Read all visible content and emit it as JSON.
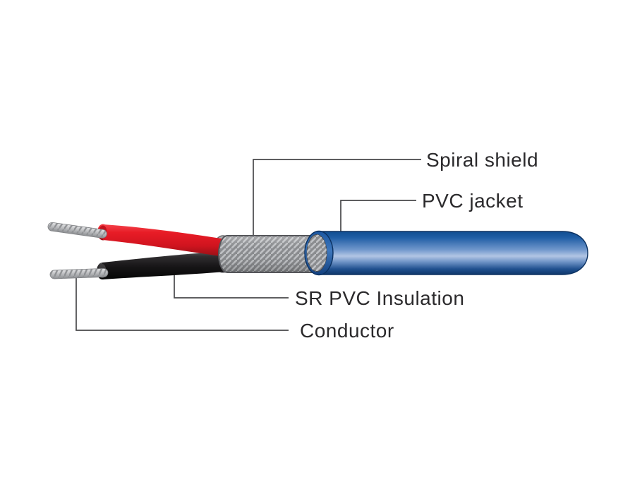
{
  "figure": {
    "type": "cable-construction-diagram",
    "labels": {
      "spiral_shield": "Spiral shield",
      "pvc_jacket": "PVC jacket",
      "sr_pvc_insulation": "SR PVC Insulation",
      "conductor": "Conductor"
    }
  },
  "colors": {
    "background": "#FFFFFF",
    "label_text": "#2B2A2C",
    "leader_line": "#48484A",
    "jacket_blue": "#2A67B0",
    "jacket_blue_dark": "#0C3366",
    "jacket_blue_light": "#B2C5E4",
    "shield_gray": "#8A8C8F",
    "shield_stripe": "#BDBFC2",
    "shield_cap_gray": "#AFB1B4",
    "insulation_red": "#E81C26",
    "insulation_black": "#171517",
    "conductor_silver": "#C6C7C9"
  }
}
